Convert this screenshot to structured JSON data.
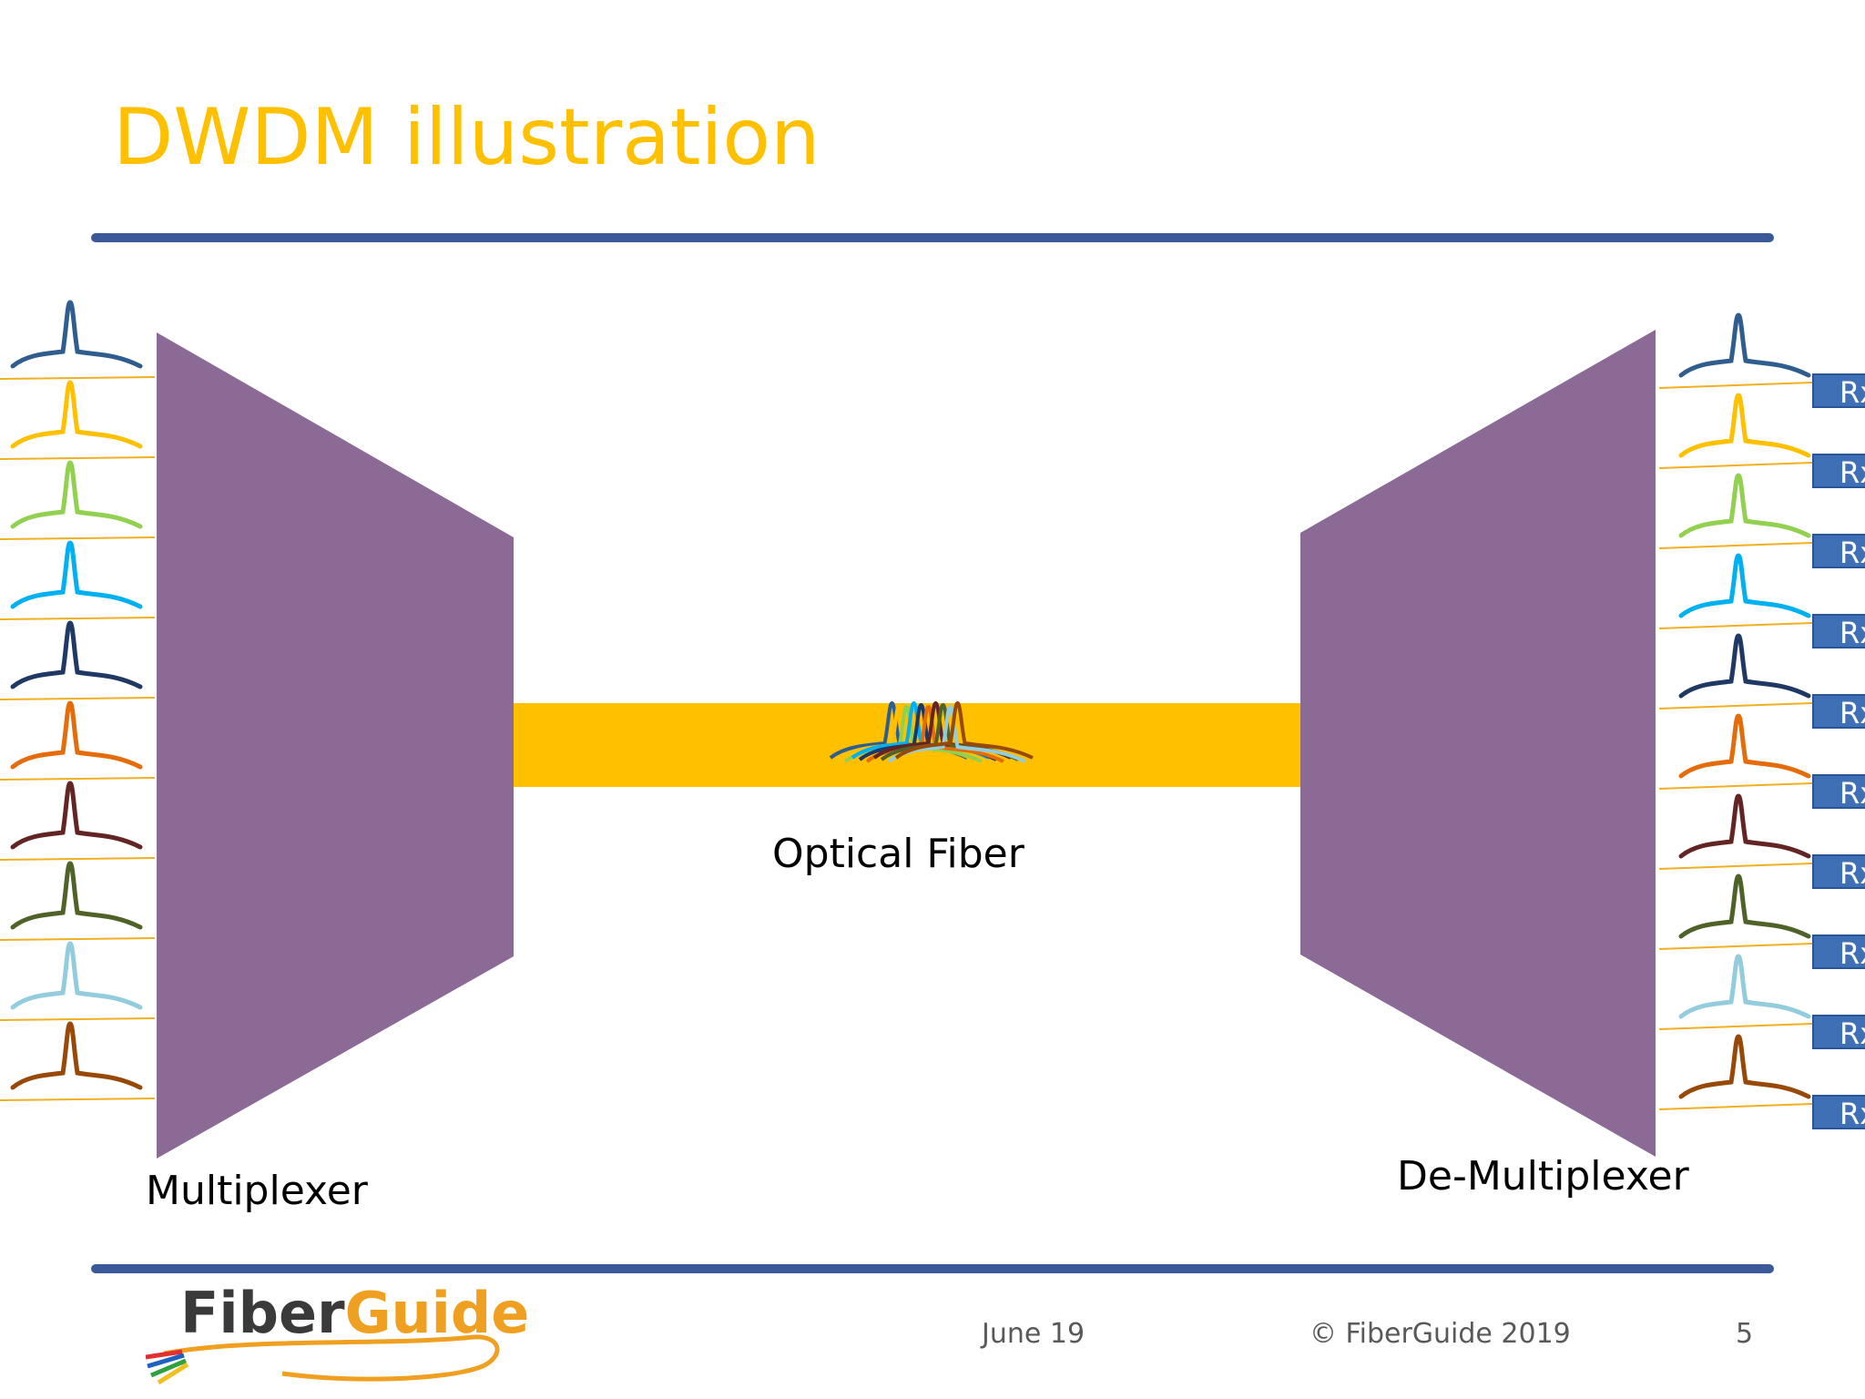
{
  "slide": {
    "title": "DWDM illustration",
    "page_number": "5"
  },
  "diagram": {
    "fiber_label": "Optical Fiber",
    "mux_label": "Multiplexer",
    "demux_label": "De-Multiplexer",
    "receiver_label": "Rx",
    "channel_colors": [
      "#2F5E8E",
      "#FFC000",
      "#92D050",
      "#00B0F0",
      "#1F3864",
      "#E46C0A",
      "#632523",
      "#4F6228",
      "#93CDDD",
      "#984807"
    ],
    "mux_color": "#8B6A96",
    "fiber_color": "#FFC000"
  },
  "receivers": [
    "Rx",
    "Rx",
    "Rx",
    "Rx",
    "Rx",
    "Rx",
    "Rx",
    "Rx",
    "Rx",
    "Rx"
  ],
  "footer": {
    "date": "June 19",
    "copyright": "© FiberGuide 2019",
    "logo_text_fiber": "Fiber",
    "logo_text_guide": "Guide"
  }
}
